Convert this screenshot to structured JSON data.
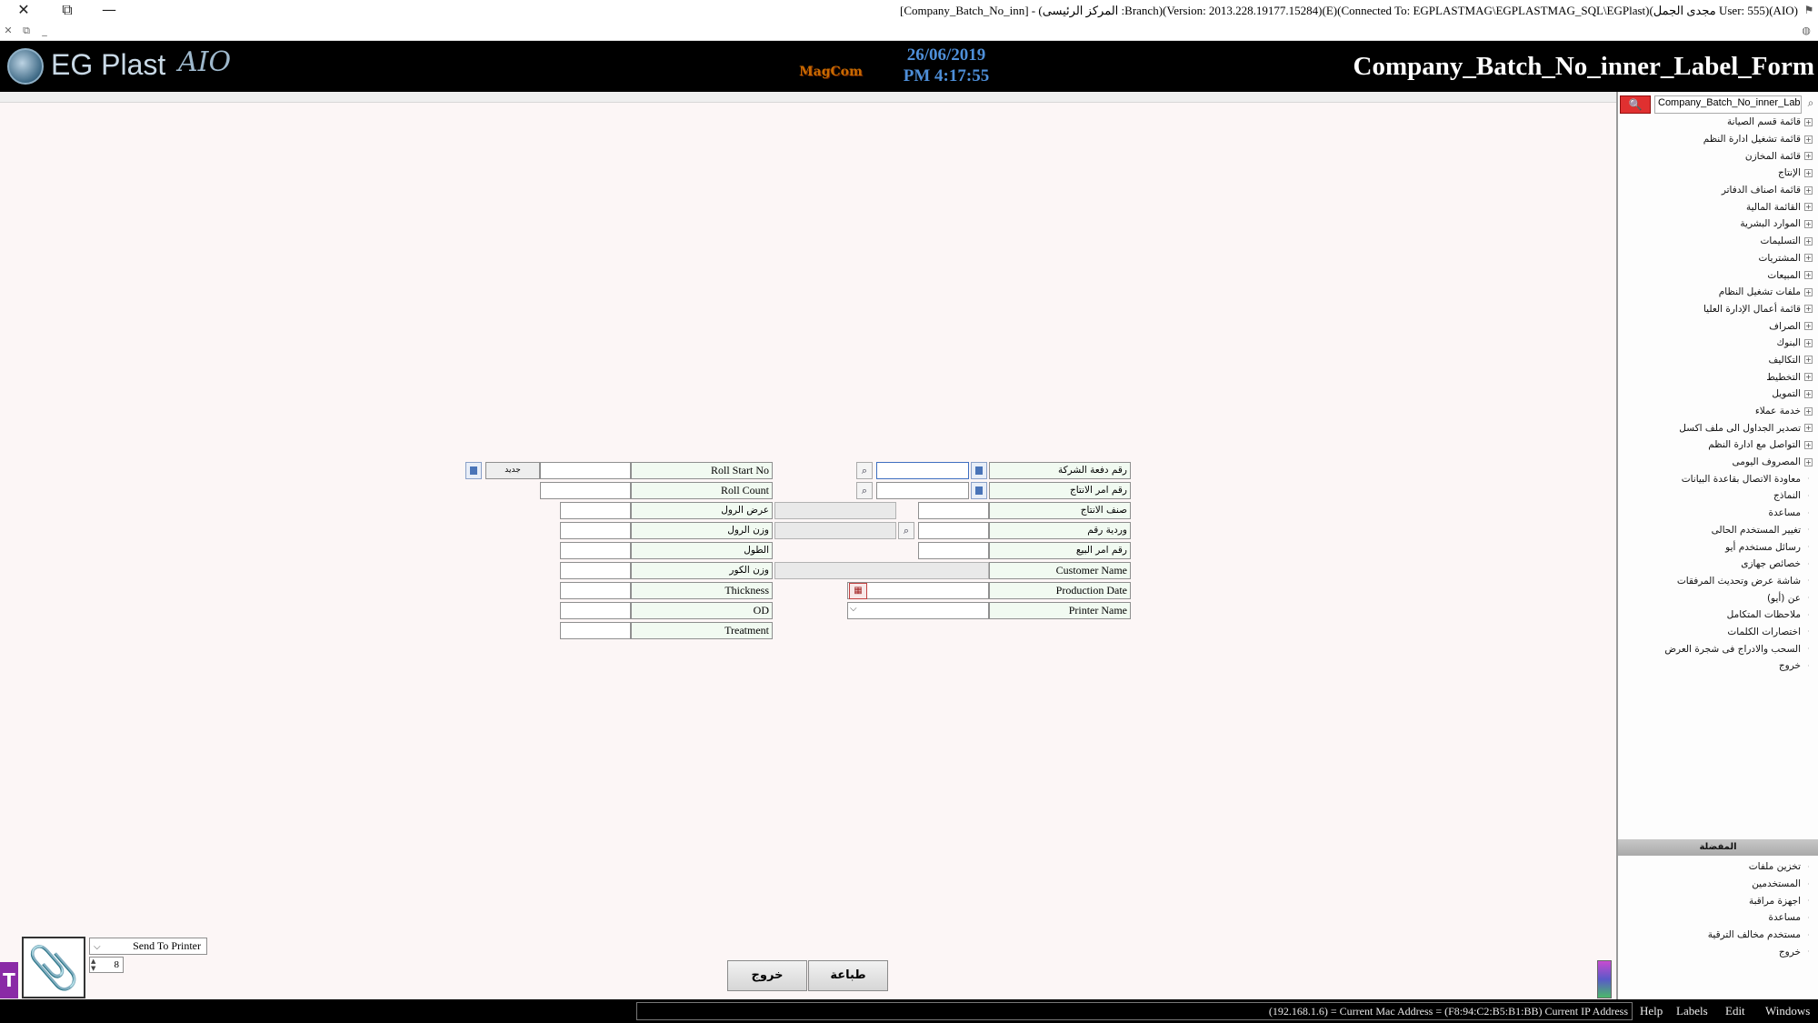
{
  "window": {
    "title": "[Company_Batch_No_inn] - (المركز الرئيسى :Branch)(Version: 2013.228.19177.15284)(E)(Connected To: EGPLASTMAG\\EGPLASTMAG_SQL\\EGPlast)(مجدى الجمل User: 555)(AIO)",
    "close_glyph": "✕",
    "restore_glyph": "⧉",
    "minimize_glyph": "—"
  },
  "header": {
    "logo_text": "EG Plast",
    "logo_sub": "AIO",
    "brand_badge": "MagCom",
    "date": "26/06/2019",
    "time": "PM 4:17:55",
    "form_title": "Company_Batch_No_inner_Label_Form"
  },
  "sidebar": {
    "search_value": "Company_Batch_No_inner_Label_Form",
    "tree_items": [
      "قائمة قسم الصيانة",
      "قائمة تشغيل ادارة النظم",
      "قائمة المخازن",
      "الإنتاج",
      "قائمة اصناف الدفاتر",
      "القائمة المالية",
      "الموارد البشرية",
      "التسليمات",
      "المشتريات",
      "المبيعات",
      "ملفات تشغيل النظام",
      "قائمة أعمال الإدارة العليا",
      "الصراف",
      "البنوك",
      "التكاليف",
      "التخطيط",
      "التمويل",
      "خدمة عملاء",
      "تصدير الجداول الى ملف اكسل",
      "التواصل مع ادارة النظم",
      "المصروف اليومى"
    ],
    "plain_items": [
      "معاودة الاتصال بقاعدة البيانات",
      "النماذج",
      "مساعدة",
      "تغيير المستخدم الحالى",
      "رسائل مستخدم أيو",
      "خصائص جهازى",
      "شاشة عرض وتحديث المرفقات",
      "عن (أيو)",
      "ملاحظات المتكامل",
      "اختصارات الكلمات",
      "السحب والادراج فى شجرة العرض",
      "خروج"
    ],
    "section_title": "المفضلة",
    "favorites": [
      "تخزين ملفات",
      "المستخدمين",
      "اجهزة مراقبة",
      "مساعدة",
      "مستخدم مخالف الترقية",
      "خروج"
    ]
  },
  "form": {
    "company_batch_label": "رقم دفعة الشركة",
    "production_order_label": "رقم امر الانتاج",
    "product_category_label": "صنف الانتاج",
    "shift_no_label": "وردية رقم",
    "sales_order_label": "رقم امر البيع",
    "customer_name_label": "Customer Name",
    "production_date_label": "Production Date",
    "printer_name_label": "Printer Name",
    "roll_start_label": "Roll Start No",
    "roll_count_label": "Roll Count",
    "roll_width_label": "عرض الرول",
    "roll_weight_label": "وزن الرول",
    "length_label": "الطول",
    "core_weight_label": "وزن الكور",
    "thickness_label": "Thickness",
    "od_label": "OD",
    "treatment_label": "Treatment",
    "new_button": "جديد",
    "company_batch_value": "",
    "production_order_value": "",
    "roll_start_value": "",
    "roll_count_value": ""
  },
  "bottom": {
    "printer_select": "Send To Printer",
    "copies": "8",
    "exit_button": "خروج",
    "print_button": "طباعة",
    "left_tag": "T"
  },
  "statusbar": {
    "info": "(192.168.1.6) = Current Mac Address = (F8:94:C2:B5:B1:BB) Current IP Address",
    "menu": [
      "Help",
      "Labels",
      "Edit",
      "Windows"
    ]
  }
}
